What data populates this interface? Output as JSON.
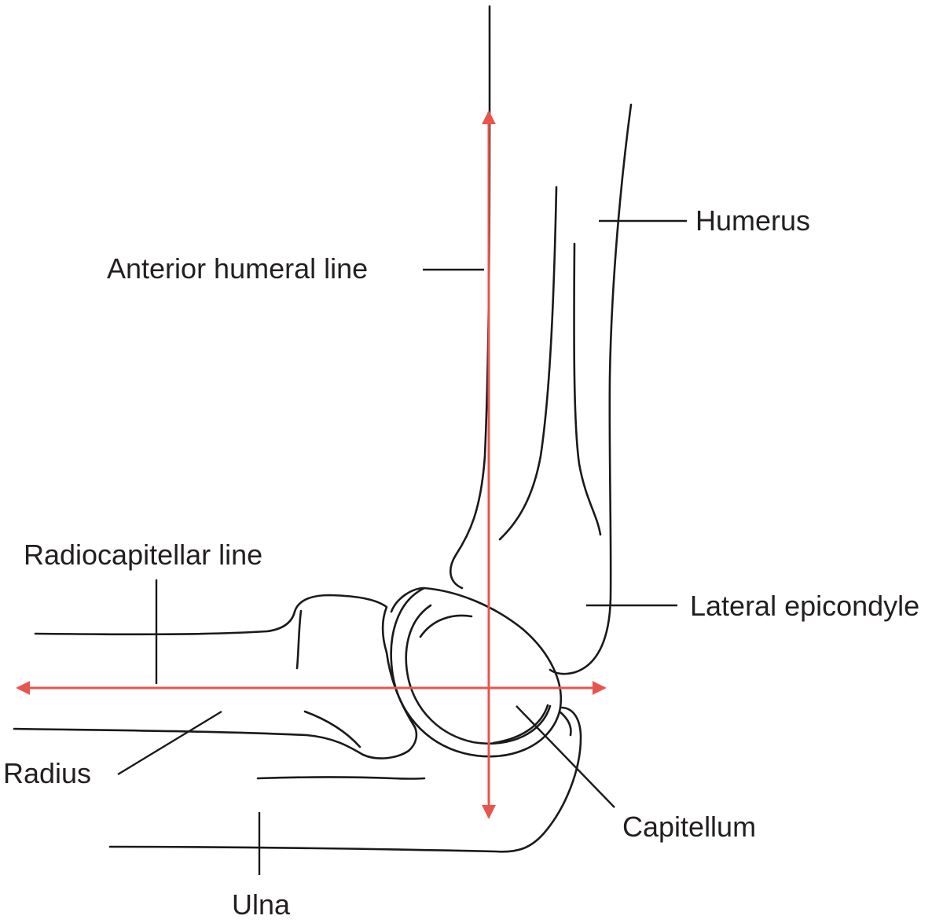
{
  "labels": {
    "anterior_humeral_line": "Anterior humeral line",
    "humerus": "Humerus",
    "radiocapitellar_line": "Radiocapitellar line",
    "lateral_epicondyle": "Lateral epicondyle",
    "radius": "Radius",
    "capitellum": "Capitellum",
    "ulna": "Ulna"
  },
  "colors": {
    "reference_line": "#e8554c",
    "outline": "#1a1a1a",
    "text": "#231f20"
  }
}
